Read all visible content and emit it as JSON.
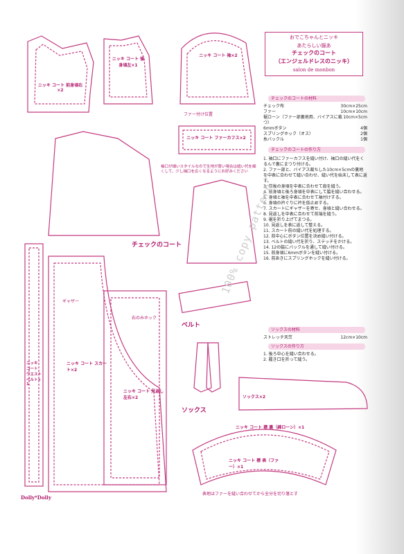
{
  "title": {
    "series": "おでこちゃんとニッキ",
    "pre": "あたらしい服あ",
    "main": "チェックのコート",
    "paren": "（エンジェルドレスのニッキ）",
    "brand": "salon de monbon"
  },
  "materials": {
    "header": "チェックのコートの材料",
    "items": [
      {
        "name": "チェック布",
        "value": "30cm×25cm"
      },
      {
        "name": "ファー",
        "value": "10cm×10cm"
      },
      {
        "name": "裾ローン（ファー部裏地用、バイアスに裁つ）",
        "value": "10cm×5cm"
      },
      {
        "name": "6mmボタン",
        "value": "4個"
      },
      {
        "name": "スプリングホック（オス）",
        "value": "2個"
      },
      {
        "name": "糸バックル",
        "value": "1個"
      }
    ]
  },
  "steps_header": "チェックのコートの作り方",
  "steps": [
    "1. 袖口にファーカフスを縫い付け、袖口の縫い代をくるんで裏にまつり付ける。",
    "2. ファー部と、バイアス裁ちした10cm×5cmの裏地を中表に合わせて縫い合わせ、縫い代を始末して表に返す。",
    "3. 前後の身頃を中表に合わせて肩を縫う。",
    "4. 前身頃と後ろ身頃を中表にして脇を縫い合わせる。",
    "5. 身頃と袖を中表に合わせて袖付けする。",
    "6. 身頃の衿ぐりに衿を仮止めする。",
    "7. スカートにギャザーを寄せ、身頃と縫い合わせる。",
    "8. 見返しを中表に合わせて前端を縫う。",
    "9. 裾を折り上げてまつる。",
    "10. 見返しを表に返して整える。",
    "11. スカート前の縫い代を処理する。",
    "12. 前中心にボタン位置を決め縫い付ける。",
    "13. ベルトの縫い代を折り、ステッチをかける。",
    "14. 12の脇にバックルを通して縫い付ける。",
    "15. 前身頃に6mmボタンを縫い付ける。",
    "16. 前あきにスプリングホックを縫い付ける。"
  ],
  "socks": {
    "header": "ソックスの材料",
    "item": "ストレッチ天竺",
    "item_value": "12cm×10cm",
    "steps_header": "ソックスの作り方",
    "steps": [
      "1. 後ろ中心を縫い合わせる。",
      "2. 履き口を折って縫う。"
    ]
  },
  "pieces": {
    "front_body": "ニッキ コート 前身頃右×2",
    "back_body": "ニッキ コート 後身頃左×1",
    "sleeve": "ニッキ コート 袖×2",
    "fur_cuff": "ニッキ コート ファーカフス×2",
    "skirt": "ニッキ コート スカート×2",
    "facing": "ニッキ コート 見返し 左右×2",
    "waist_belt": "ニッキ コート ウエストベルト×1",
    "collar_lawn": "ニッキ コート 襟 裏（綿ローン）×1",
    "collar_fur": "ニッキ コート 襟 表（ファー）×1",
    "sock": "ソックス×2"
  },
  "labels": {
    "coat_name": "チェックのコート",
    "belt": "ベルト",
    "socks": "ソックス",
    "fur_pos": "ファー付け位置",
    "gather": "ギャザー",
    "right_hook": "右のみホック",
    "note_cuff": "袖口が細いスタイルなので生地が厚い場合は縫い代を細くして、少し袖口を広くなるようにお好みください",
    "collar_note": "表地はファーを縫い合わせてから全分を切り落とす",
    "watermark": "100% copy pattern",
    "footer_brand": "Dolly*Dolly"
  }
}
